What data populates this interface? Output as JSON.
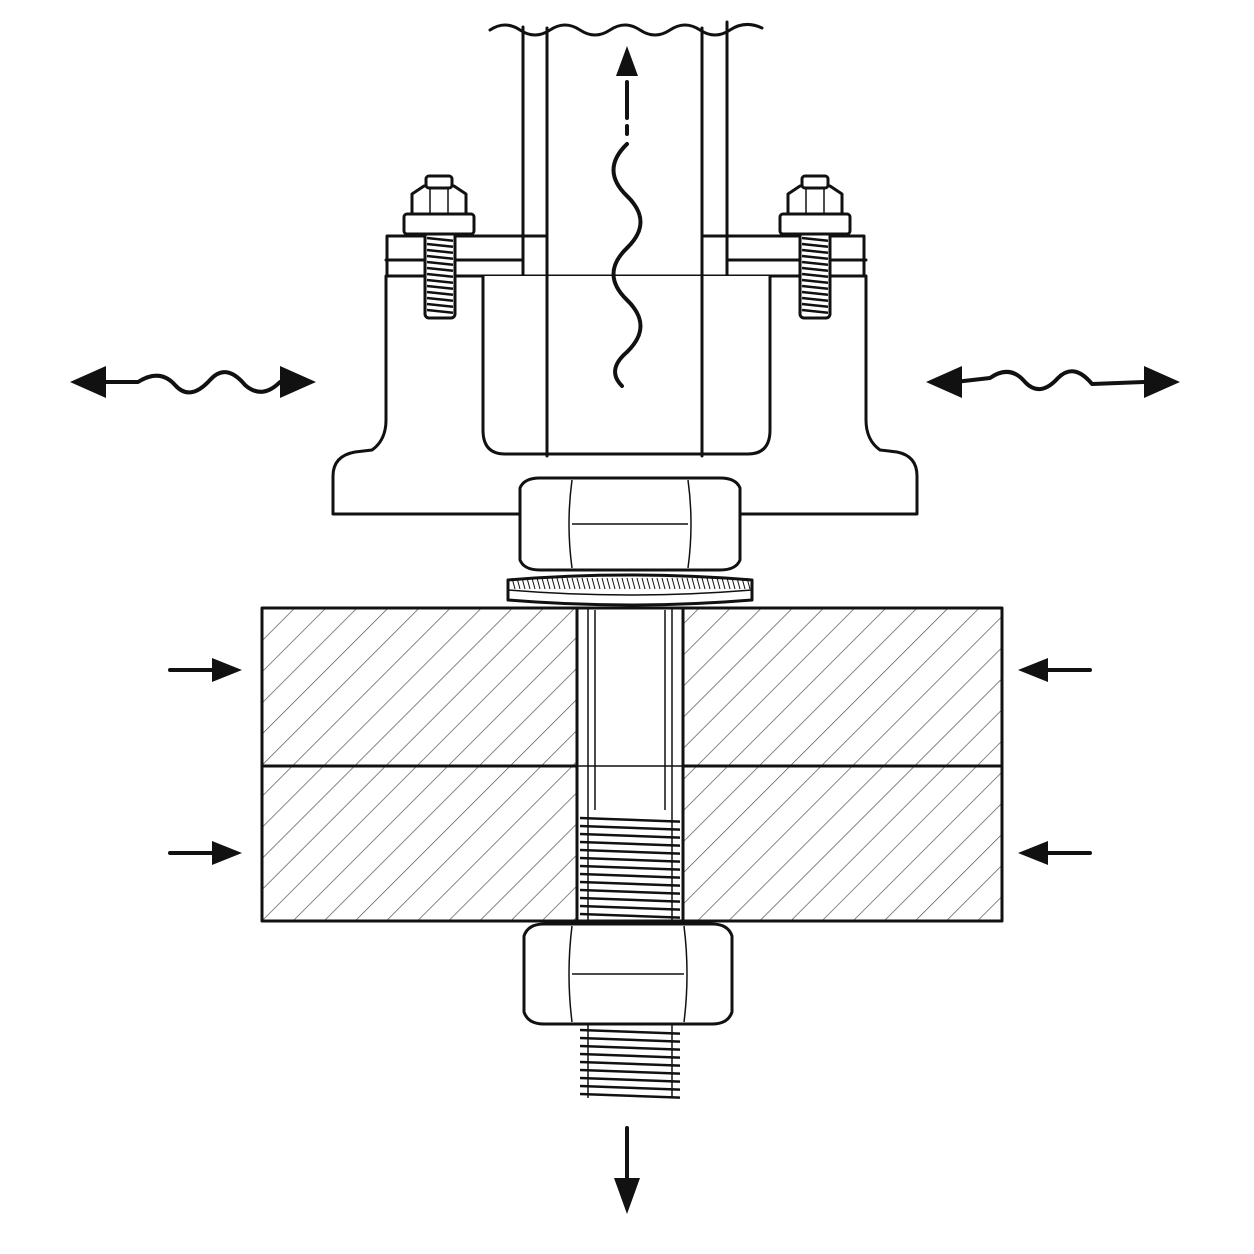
{
  "figure": {
    "colors": {
      "line": "#111111",
      "background": "#ffffff",
      "hatch": "#555555"
    },
    "parts": [
      "vertical-tube",
      "flange-housing",
      "flange-bolt-left",
      "flange-bolt-right",
      "upper-hex-nut",
      "serrated-washer",
      "upper-clamped-plate",
      "lower-clamped-plate",
      "through-bolt",
      "lower-hex-nut"
    ],
    "indicators": [
      "vibration-up-arrow",
      "vibration-left-arrow",
      "vibration-right-arrow",
      "clamp-force-arrows",
      "tension-down-arrow"
    ]
  }
}
